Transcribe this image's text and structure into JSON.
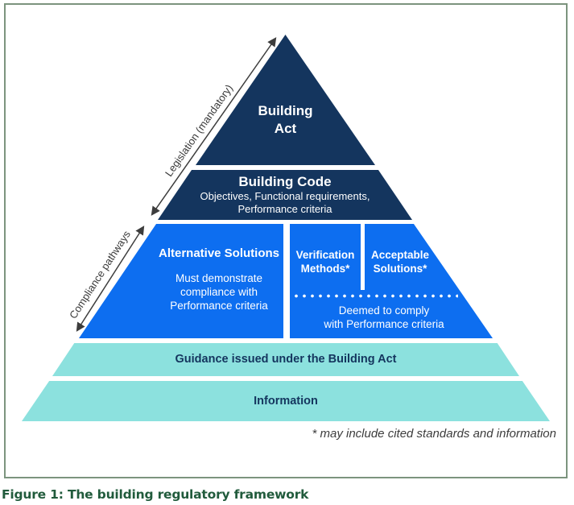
{
  "figure": {
    "caption": "Figure 1: The building regulatory framework",
    "footnote": "* may include cited standards and information",
    "arrows": {
      "legislation": "Legislation (mandatory)",
      "compliance": "Compliance pathways"
    },
    "pyramid": {
      "act": {
        "line1": "Building",
        "line2": "Act"
      },
      "code": {
        "title": "Building Code",
        "sub1": "Objectives, Functional requirements,",
        "sub2": "Performance criteria"
      },
      "alternative": {
        "title": "Alternative Solutions",
        "sub1": "Must demonstrate",
        "sub2": "compliance with",
        "sub3": "Performance criteria"
      },
      "verification": {
        "line1": "Verification",
        "line2": "Methods*"
      },
      "acceptable": {
        "line1": "Acceptable",
        "line2": "Solutions*"
      },
      "deemed": {
        "line1": "Deemed to comply",
        "line2": "with Performance criteria"
      },
      "guidance": "Guidance issued under the Building Act",
      "information": "Information"
    },
    "colors": {
      "navy": "#14355e",
      "blue": "#0d6ef0",
      "teal": "#8ce1de",
      "border_green": "#7c947e",
      "caption_green": "#215b3c"
    }
  }
}
